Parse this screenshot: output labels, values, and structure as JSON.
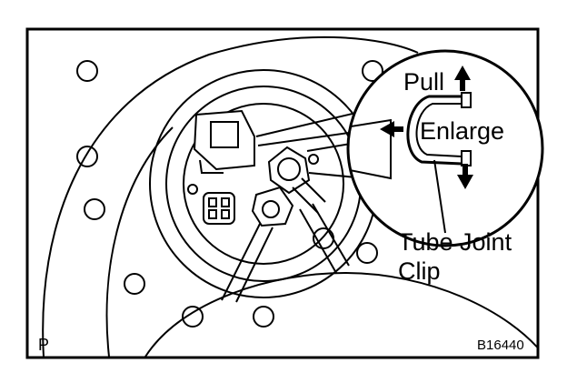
{
  "labels": {
    "pull": "Pull",
    "enlarge": "Enlarge",
    "tube_joint_line1": "Tube Joint",
    "tube_joint_line2": "Clip",
    "corner_code": "P",
    "figure_id": "B16440"
  },
  "colors": {
    "ink": "#000000",
    "paper": "#ffffff"
  }
}
